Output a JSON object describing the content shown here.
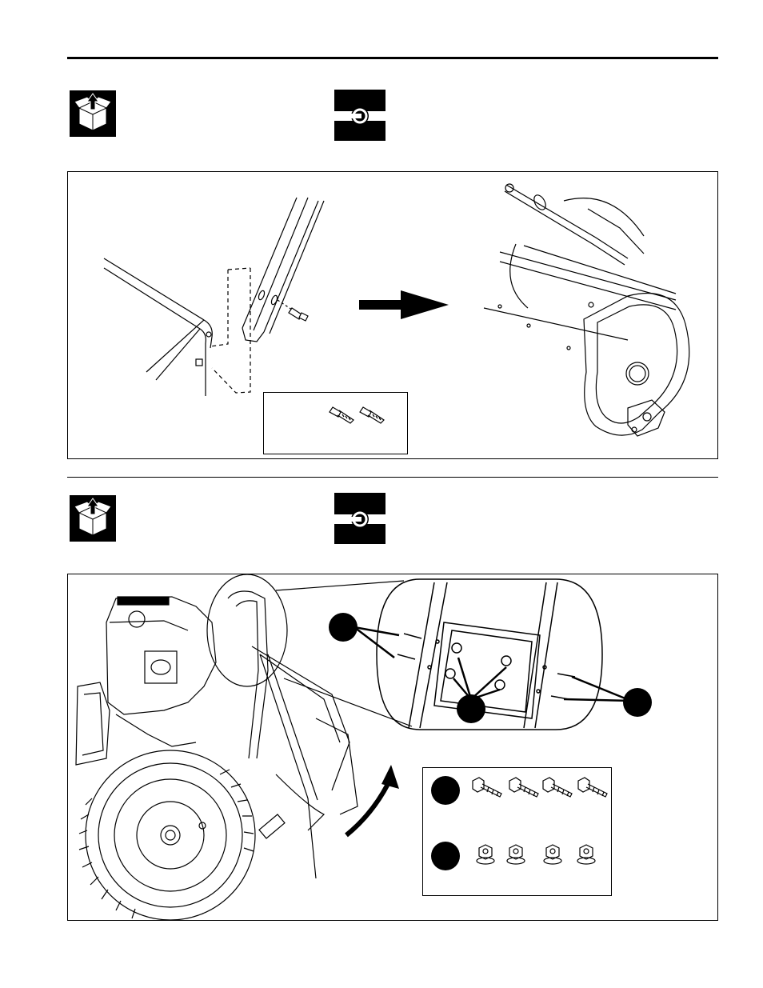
{
  "page": {
    "sections": [
      {
        "unpack_icon": "unpack-box-icon",
        "fastener_icon": "fastener-install-icon"
      },
      {
        "unpack_icon": "unpack-box-icon",
        "fastener_icon": "fastener-install-icon"
      }
    ],
    "figure1": {
      "arrow_icon": "right-arrow-icon",
      "hardware": [
        "self-tapping-screw",
        "self-tapping-screw"
      ]
    },
    "figure2": {
      "callouts": [
        "bolt-callout",
        "nut-callout",
        "bolt-callout"
      ],
      "hardware_rows": [
        {
          "item": "hex-bolt",
          "count": 4
        },
        {
          "item": "flange-nut",
          "count": 4
        }
      ]
    }
  }
}
